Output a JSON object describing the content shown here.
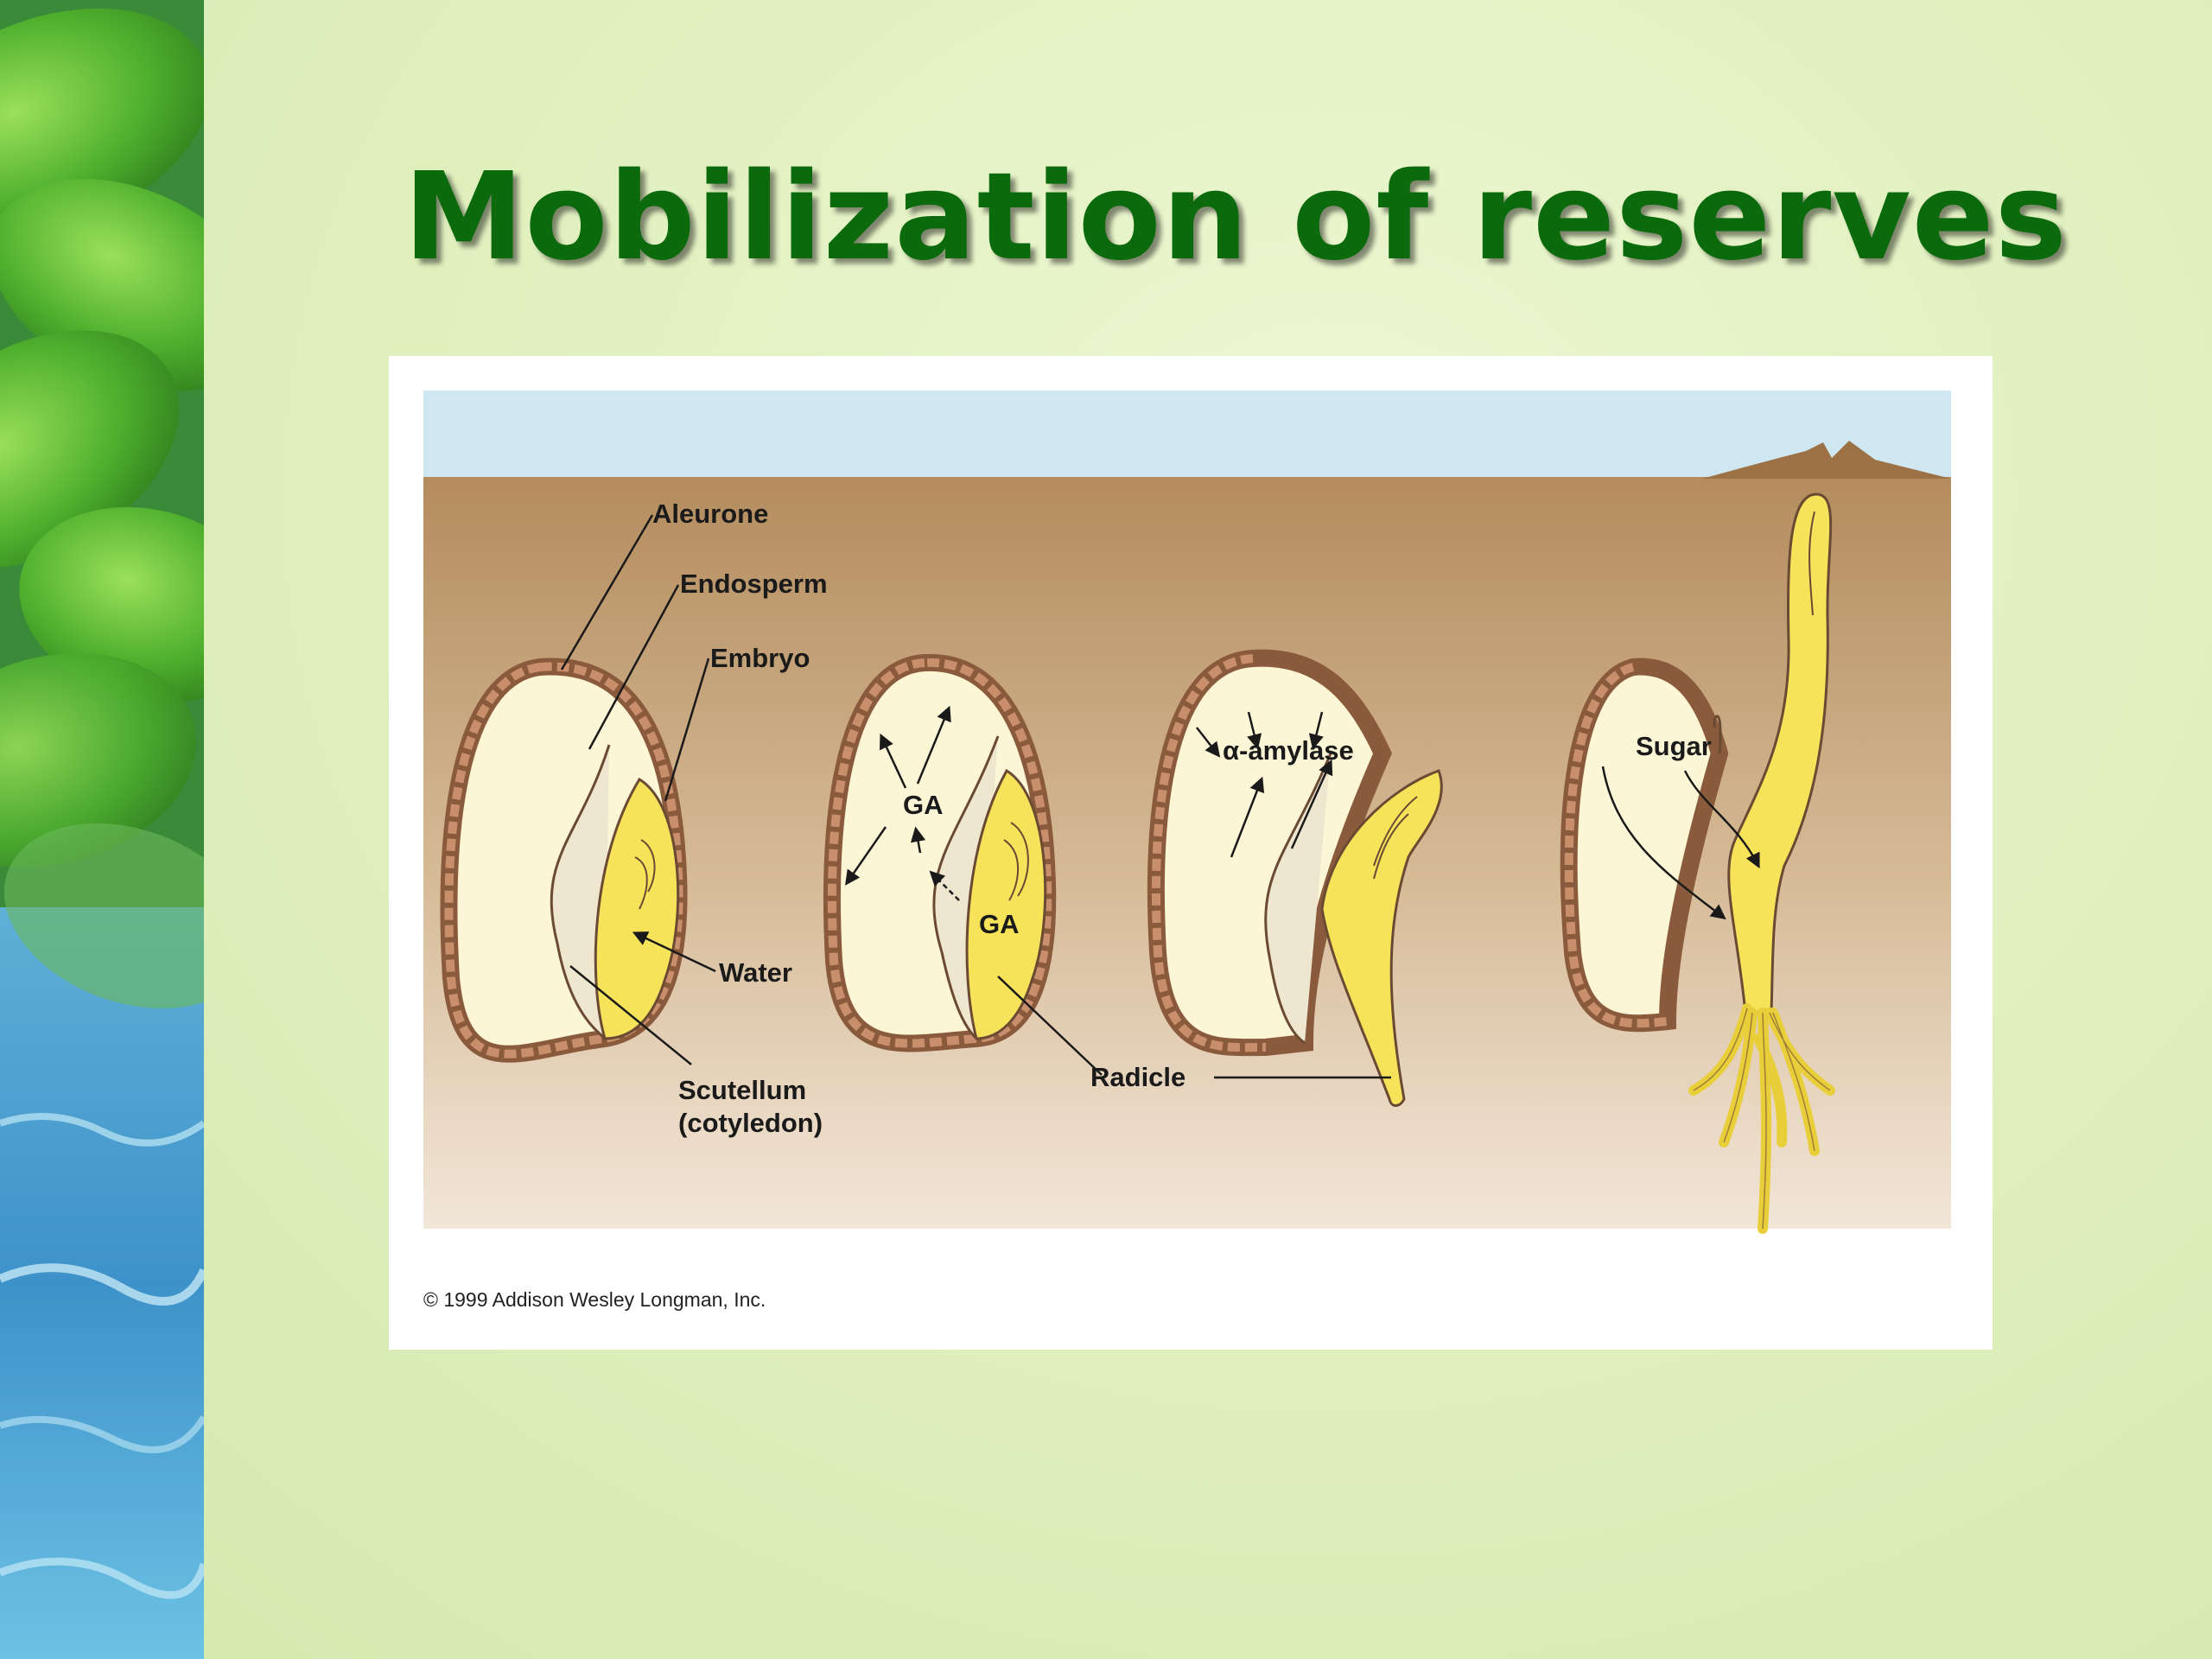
{
  "slide": {
    "title": "Mobilization of reserves",
    "colors": {
      "title": "#0b6a0b",
      "background": "#e3f1c4"
    }
  },
  "figure": {
    "labels": {
      "aleurone": "Aleurone",
      "endosperm": "Endosperm",
      "embryo": "Embryo",
      "water": "Water",
      "scutellum_line1": "Scutellum",
      "scutellum_line2": "(cotyledon)",
      "ga_1": "GA",
      "ga_2": "GA",
      "alpha_amylase": "α-amylase",
      "radicle": "Radicle",
      "sugar": "Sugar"
    },
    "credit": "© 1999 Addison Wesley Longman, Inc.",
    "colors": {
      "sky": "#cfe7f0",
      "soil_top": "#b48c5e",
      "soil_bottom": "#f2e6d8",
      "seed_coat": "#a9755a",
      "endosperm": "#fdf6d6",
      "embryo": "#f6e35a"
    }
  }
}
